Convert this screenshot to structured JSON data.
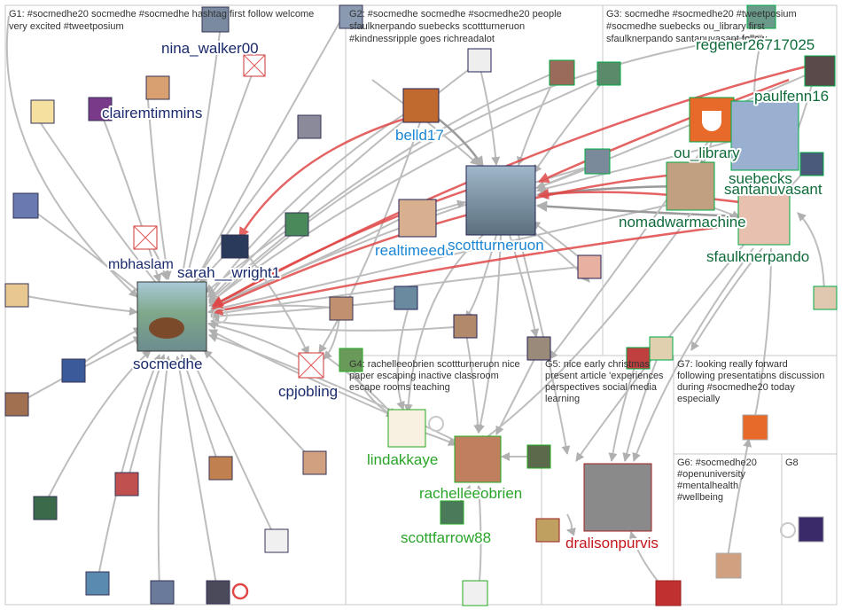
{
  "groups": [
    {
      "id": "G1",
      "text": [
        "G1: #socmedhe20 socmedhe #socmedhe hashtag first follow welcome",
        "very excited #tweetposium"
      ]
    },
    {
      "id": "G2",
      "text": [
        "G2: #socmedhe socmedhe #socmedhe20 people",
        "sfaulknerpando suebecks scottturneruon",
        "#kindnessripple goes richreadalot"
      ]
    },
    {
      "id": "G3",
      "text": [
        "G3: socmedhe #socmedhe20 #tweetposium",
        "#socmedhe suebecks ou_library first",
        "sfaulknerpando santanuvasant follow"
      ]
    },
    {
      "id": "G4",
      "text": [
        "G4: rachelleeobrien scottturneruon nice",
        "paper escaping inactive classroom",
        "escape rooms teaching"
      ]
    },
    {
      "id": "G5",
      "text": [
        "G5: nice early christmas",
        "present article 'experiences",
        "perspectives social media",
        "learning"
      ]
    },
    {
      "id": "G7",
      "text": [
        "G7: looking really forward",
        "following presentations discussion",
        "during #socmedhe20 today",
        "especially"
      ]
    },
    {
      "id": "G6",
      "text": [
        "G6: #socmedhe20",
        "#openuniversity",
        "#mentalhealth",
        "#wellbeing"
      ]
    },
    {
      "id": "G8",
      "text": [
        "G8"
      ]
    }
  ],
  "labels": {
    "nina_walker00": "nina_walker00",
    "clairemtimmins": "clairemtimmins",
    "mbhaslam": "mbhaslam",
    "sarah__wright1": "sarah__wright1",
    "socmedhe": "socmedhe",
    "cpjobling": "cpjobling",
    "belld17": "belld17",
    "realtimeedu": "realtimeedu",
    "scottturneruon": "scottturneruon",
    "regener26717025": "regener26717025",
    "paulfenn16": "paulfenn16",
    "ou_library": "ou_library",
    "suebecks": "suebecks",
    "santanuvasant": "santanuvasant",
    "nomadwarmachine": "nomadwarmachine",
    "sfaulknerpando": "sfaulknerpando",
    "lindakkaye": "lindakkaye",
    "rachelleeobrien": "rachelleeobrien",
    "scottfarrow88": "scottfarrow88",
    "dralisonpurvis": "dralisonpurvis"
  },
  "colors": {
    "g1_label": "#1a2a6c",
    "g2_label": "#1b86d4",
    "g3_label": "#0f6b3a",
    "g4_label": "#2aa52a",
    "g5_label": "#c4161c",
    "edge": "#bdbdbd",
    "edge_highlight": "#e04848",
    "group_border": "#c8c8c8"
  }
}
